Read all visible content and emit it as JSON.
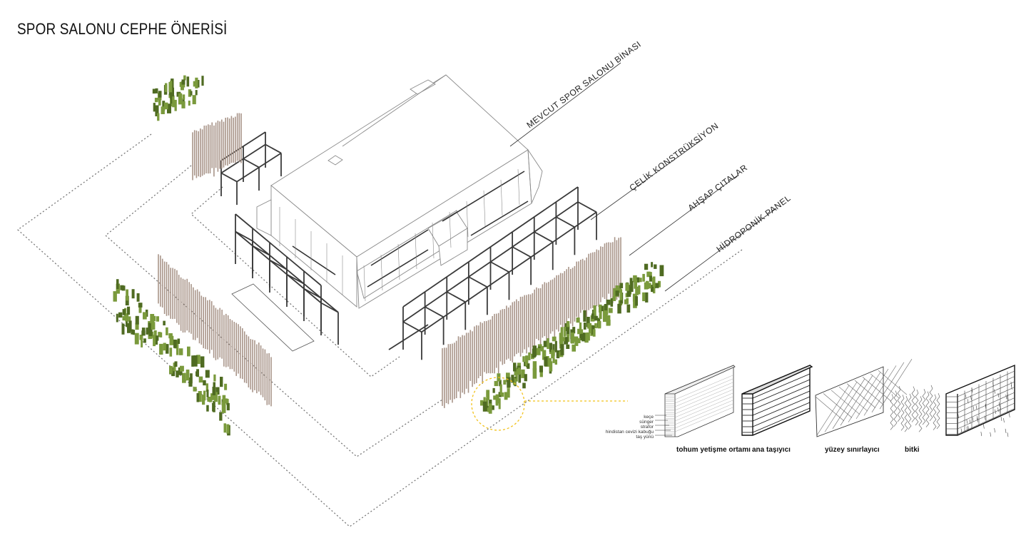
{
  "title": "SPOR SALONU CEPHE ÖNERİSİ",
  "labels": {
    "existing_building": "MEVCUT SPOR SALONU BİNASI",
    "steel": "ÇELİK KONSTRÜKSİYON",
    "timber": "AHŞAP ÇITALAR",
    "hydroponic": "HİDROPONİK PANEL"
  },
  "detail": {
    "layers": [
      "keçe",
      "sünger",
      "strafor",
      "hindistan cevizi kabuğu",
      "taş yünü"
    ],
    "captions": [
      "tohum yetişme ortamı",
      "ana taşıyıcı",
      "yüzey sınırlayıcı",
      "bitki"
    ]
  },
  "colors": {
    "plant": "#7a9a3c",
    "plant_dark": "#4f6b22",
    "timber": "#a89488",
    "steel": "#3a3a3a",
    "building": "#8a8a8a",
    "highlight": "#f2c21b",
    "dotted": "#777777"
  }
}
